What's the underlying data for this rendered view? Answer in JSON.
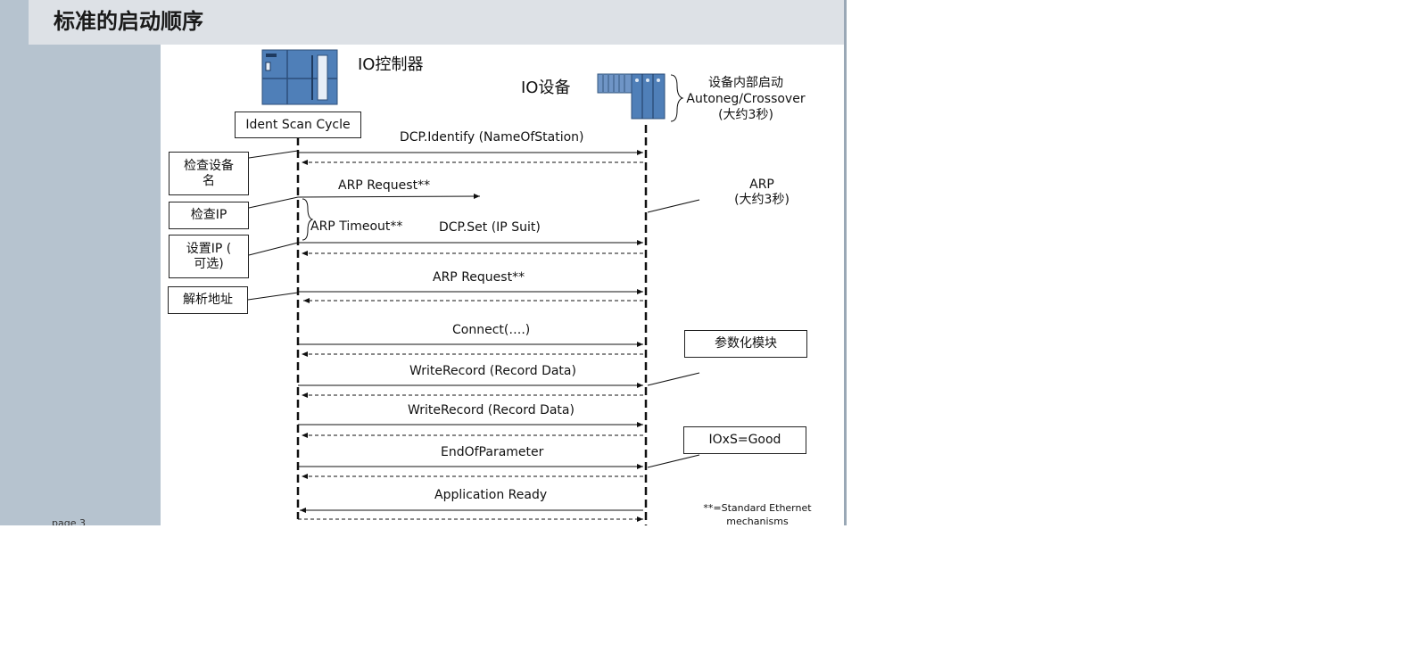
{
  "slide": {
    "title": "标准的启动顺序",
    "page_number": "page 3"
  },
  "actors": {
    "controller_label": "IO控制器",
    "device_label": "IO设备"
  },
  "device_startup_note": [
    "设备内部启动",
    "Autoneg/Crossover",
    "(大约3秒)"
  ],
  "arp_note": [
    "ARP",
    "(大约3秒)"
  ],
  "ident_scan_cycle": "Ident Scan Cycle",
  "side_boxes": {
    "check_name": [
      "检查设备",
      "名"
    ],
    "check_ip": "检查IP",
    "set_ip": [
      "设置IP (",
      "可选)"
    ],
    "resolve_address": "解析地址",
    "param_modules": "参数化模块",
    "ioxs_good": "IOxS=Good"
  },
  "messages": {
    "dcp_identify": "DCP.Identify (NameOfStation)",
    "arp_request_1": "ARP Request**",
    "arp_timeout": "ARP Timeout**",
    "dcp_set": "DCP.Set (IP Suit)",
    "arp_request_2": "ARP Request**",
    "connect": "Connect(….)",
    "write_record_1": "WriteRecord (Record Data)",
    "write_record_2": "WriteRecord (Record Data)",
    "end_of_parameter": "EndOfParameter",
    "application_ready": "Application Ready"
  },
  "footnote": [
    "**=Standard Ethernet",
    "mechanisms"
  ],
  "colors": {
    "sidebar": "#b6c3cf",
    "title_bar": "#dde1e6",
    "device_blue": "#4f7fb8"
  }
}
